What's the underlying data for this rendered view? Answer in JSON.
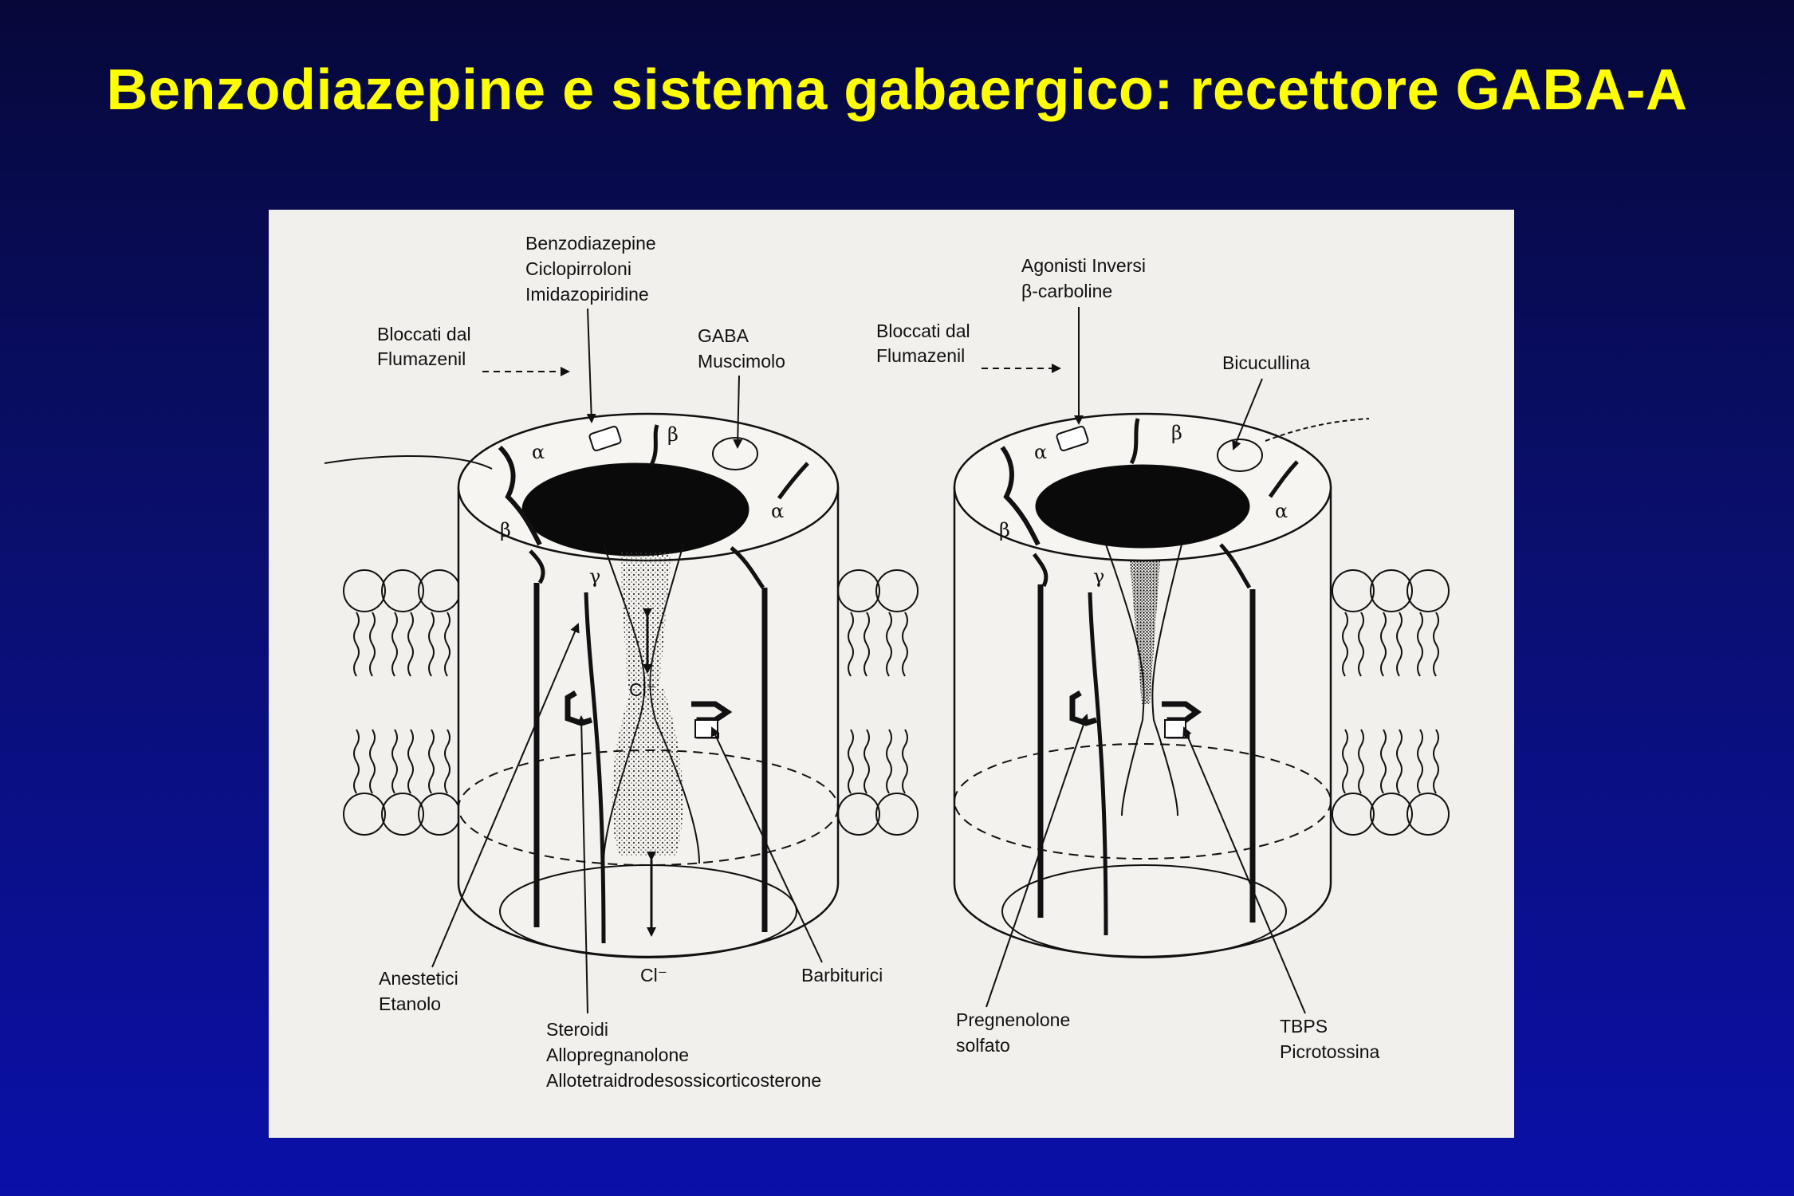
{
  "title": "Benzodiazepine e sistema gabaergico: recettore GABA-A",
  "colors": {
    "title": "#ffff00",
    "panel": "#f2f0ec",
    "ink": "#111111"
  },
  "left": {
    "site_bzd": [
      "Benzodiazepine",
      "Ciclopirroloni",
      "Imidazopiridine"
    ],
    "blocked": [
      "Bloccati dal",
      "Flumazenil"
    ],
    "gaba": [
      "GABA",
      "Muscimolo"
    ],
    "anest": [
      "Anestetici",
      "Etanolo"
    ],
    "chloride_top": "Cl⁻",
    "chloride_bottom": "Cl⁻",
    "barbit": "Barbiturici",
    "steroids": [
      "Steroidi",
      "Allopregnanolone",
      "Allotetraidrodesossicorticosterone"
    ]
  },
  "right": {
    "inverse": [
      "Agonisti Inversi",
      "β-carboline"
    ],
    "blocked": [
      "Bloccati dal",
      "Flumazenil"
    ],
    "bicuc": "Bicucullina",
    "pregn": [
      "Pregnenolone",
      "solfato"
    ],
    "tbps": [
      "TBPS",
      "Picrotossina"
    ]
  },
  "subunits": {
    "alpha": "α",
    "beta": "β",
    "gamma": "γ"
  }
}
